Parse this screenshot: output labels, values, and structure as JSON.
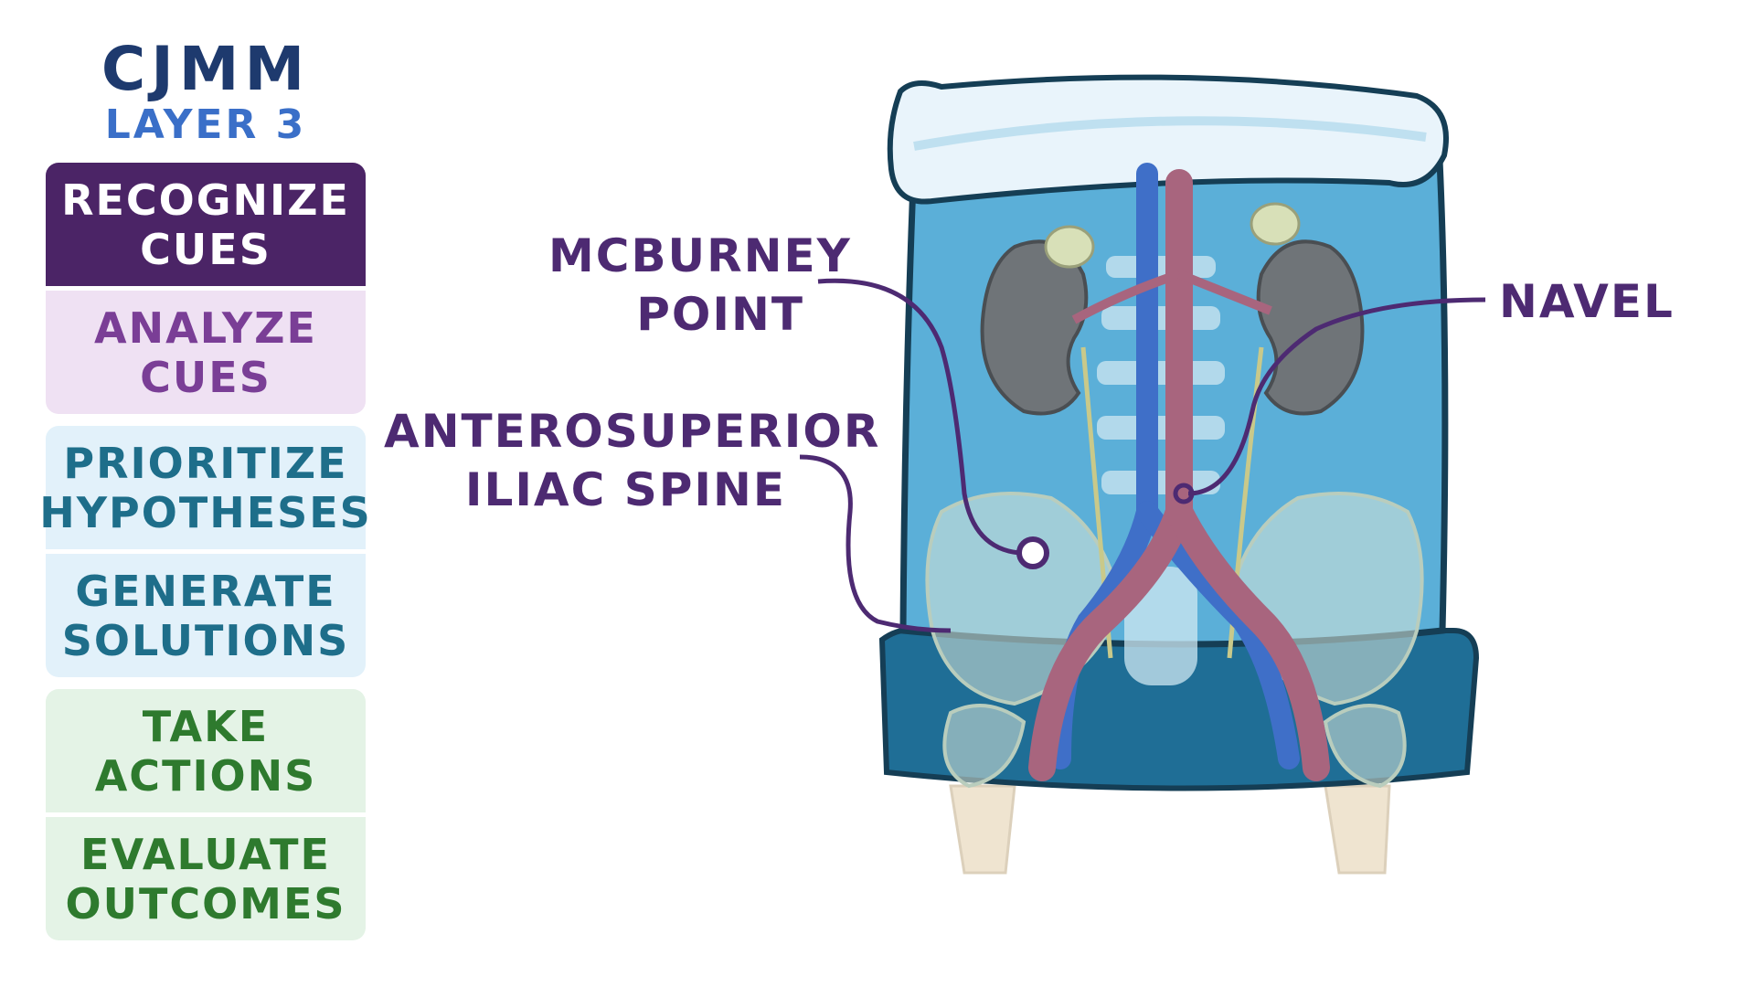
{
  "title": {
    "main": "CJMM",
    "sub": "LAYER 3"
  },
  "steps": [
    {
      "line1": "RECOGNIZE",
      "line2": "CUES",
      "bg": "#4b2466",
      "fg": "#ffffff",
      "active": true
    },
    {
      "line1": "ANALYZE",
      "line2": "CUES",
      "bg": "#efe1f3",
      "fg": "#7a3e96",
      "active": false
    },
    {
      "line1": "PRIORITIZE",
      "line2": "HYPOTHESES",
      "bg": "#e2f1fa",
      "fg": "#1e6e8a",
      "active": false
    },
    {
      "line1": "GENERATE",
      "line2": "SOLUTIONS",
      "bg": "#e2f1fa",
      "fg": "#1e6e8a",
      "active": false
    },
    {
      "line1": "TAKE",
      "line2": "ACTIONS",
      "bg": "#e4f3e6",
      "fg": "#2e7a2e",
      "active": false
    },
    {
      "line1": "EVALUATE",
      "line2": "OUTCOMES",
      "bg": "#e4f3e6",
      "fg": "#2e7a2e",
      "active": false
    }
  ],
  "labels": {
    "mcburney_line1": "McBURNEY",
    "mcburney_line2": "POINT",
    "asis_line1": "ANTEROSUPERIOR",
    "asis_line2": "ILIAC SPINE",
    "navel": "NAVEL"
  },
  "colors": {
    "label": "#4d2a72",
    "skin": "#5bafd8",
    "outline": "#1b4f6a",
    "artery": "#a8657e",
    "vein": "#3f6fc8",
    "kidney": "#6f7478"
  },
  "icons": {
    "anatomy": "abdomen-illustration"
  }
}
